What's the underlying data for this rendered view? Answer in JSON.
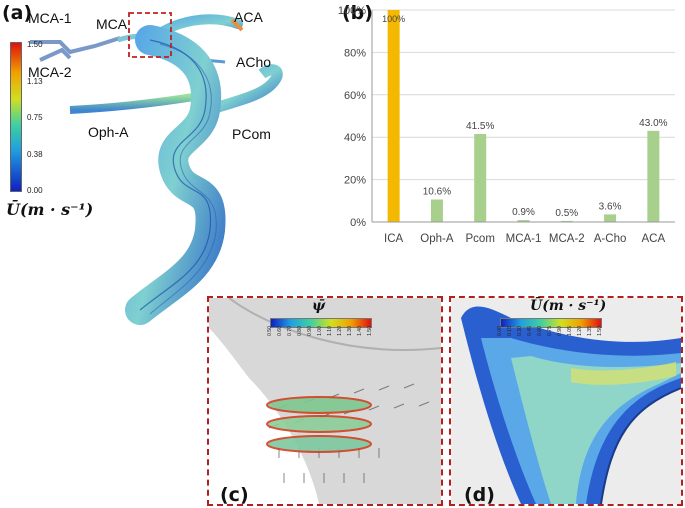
{
  "panel_a": {
    "letter": "(a)",
    "vessel_labels": {
      "mca1": "MCA-1",
      "mca": "MCA",
      "mca2": "MCA-2",
      "aca": "ACA",
      "acho": "ACho",
      "opha": "Oph-A",
      "pcom": "PCom"
    },
    "colorbar": {
      "ticks": [
        "1.50",
        "1.13",
        "0.75",
        "0.38",
        "0.00"
      ],
      "title": "Ū(m · s⁻¹)"
    }
  },
  "panel_b": {
    "letter": "(b)"
  },
  "panel_c": {
    "letter": "(c)",
    "legend_title": "ψ̄",
    "legend_ticks": [
      "0.50",
      "0.60",
      "0.70",
      "0.80",
      "0.90",
      "1.00",
      "1.10",
      "1.20",
      "1.30",
      "1.40",
      "1.50"
    ]
  },
  "panel_d": {
    "letter": "(d)",
    "legend_title": "Ū(m · s⁻¹)",
    "legend_ticks": [
      "0.00",
      "0.15",
      "0.30",
      "0.45",
      "0.60",
      "0.75",
      "0.90",
      "1.05",
      "1.20",
      "1.35",
      "1.50"
    ]
  },
  "colors": {
    "bar_ica": "#f5b800",
    "bar_other": "#a8d08d",
    "frame": "#b42020",
    "grid": "#d9d9d9"
  },
  "chart_data": {
    "type": "bar",
    "categories": [
      "ICA",
      "Oph-A",
      "Pcom",
      "MCA-1",
      "MCA-2",
      "A-Cho",
      "ACA"
    ],
    "values": [
      100,
      10.6,
      41.5,
      0.9,
      0.5,
      3.6,
      43.0
    ],
    "data_labels": [
      "100%",
      "10.6%",
      "41.5%",
      "0.9%",
      "0.5%",
      "3.6%",
      "43.0%"
    ],
    "ylim": [
      0,
      100
    ],
    "yticks": [
      "0%",
      "20%",
      "40%",
      "60%",
      "80%",
      "100%"
    ],
    "ytick_values": [
      0,
      20,
      40,
      60,
      80,
      100
    ],
    "grid": true,
    "title": "",
    "xlabel": "",
    "ylabel": ""
  }
}
